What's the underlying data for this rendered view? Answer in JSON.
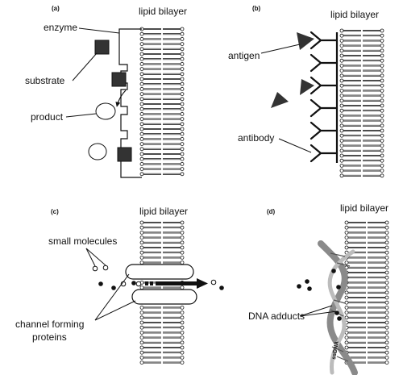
{
  "panels": {
    "a": {
      "label": "(a)",
      "title": "lipid bilayer",
      "annotations": {
        "enzyme": "enzyme",
        "substrate": "substrate",
        "product": "product"
      }
    },
    "b": {
      "label": "(b)",
      "title": "lipid bilayer",
      "annotations": {
        "antigen": "antigen",
        "antibody": "antibody"
      }
    },
    "c": {
      "label": "(c)",
      "title": "lipid bilayer",
      "annotations": {
        "small_molecules": "small molecules",
        "channel_line1": "channel forming",
        "channel_line2": "proteins"
      }
    },
    "d": {
      "label": "(d)",
      "title": "lipid bilayer",
      "annotations": {
        "dna_adducts": "DNA adducts",
        "strand": "ssDNA"
      }
    }
  },
  "colors": {
    "ink": "#111111",
    "strand": "#7a7a7a",
    "strand_light": "#bdbdbd"
  }
}
